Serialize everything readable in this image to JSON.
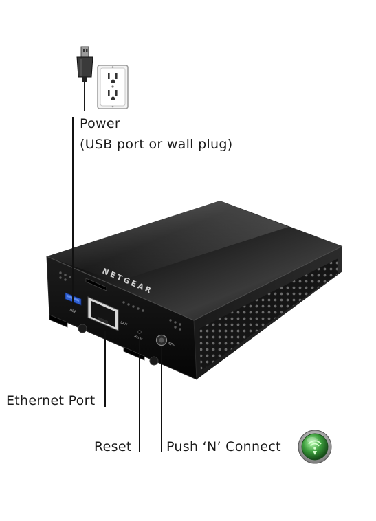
{
  "labels": {
    "power_line1": "Power",
    "power_line2": "(USB port or wall plug)",
    "ethernet": "Ethernet Port",
    "reset": "Reset",
    "push_n_connect": "Push ‘N’ Connect"
  },
  "device": {
    "brand": "NETGEAR",
    "usb_port_label": "USB",
    "lan_port_label": "LAN",
    "reset_label": "Reset",
    "wps_label": "WPS"
  },
  "icons": {
    "usb_plug": "usb-plug-icon",
    "wall_outlet": "wall-outlet-icon",
    "wps": "wps-icon"
  },
  "colors": {
    "device_body": "#0d0d0d",
    "usb_port": "#2f5fd0",
    "wps_button": "#3a9a3a"
  }
}
